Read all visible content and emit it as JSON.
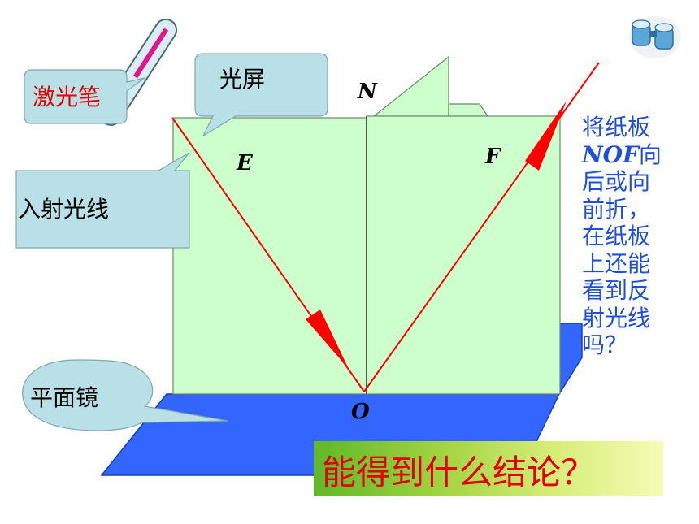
{
  "labels": {
    "laser_pen": "激光笔",
    "screen": "光屏",
    "incident_ray": "入射光线",
    "plane_mirror": "平面镜",
    "point_N": "N",
    "point_E": "E",
    "point_F": "F",
    "point_O": "O"
  },
  "side_question": {
    "line1": "将纸板",
    "line2_em": "NOF",
    "line2_rest": "向",
    "line3": "后或向",
    "line4": "前折，",
    "line5": "在纸板",
    "line6": "上还能",
    "line7": "看到反",
    "line8": "射光线",
    "line9": "吗？"
  },
  "conclusion": "能得到什么结论？",
  "icons": {
    "top_right": "binoculars-icon"
  },
  "colors": {
    "board": "#ccffcc",
    "mirror": "#3366ff",
    "ray": "#ff0000",
    "callout": "#b9e0e6",
    "side_text": "#1f4fd6",
    "conclusion_text": "#e40000"
  }
}
